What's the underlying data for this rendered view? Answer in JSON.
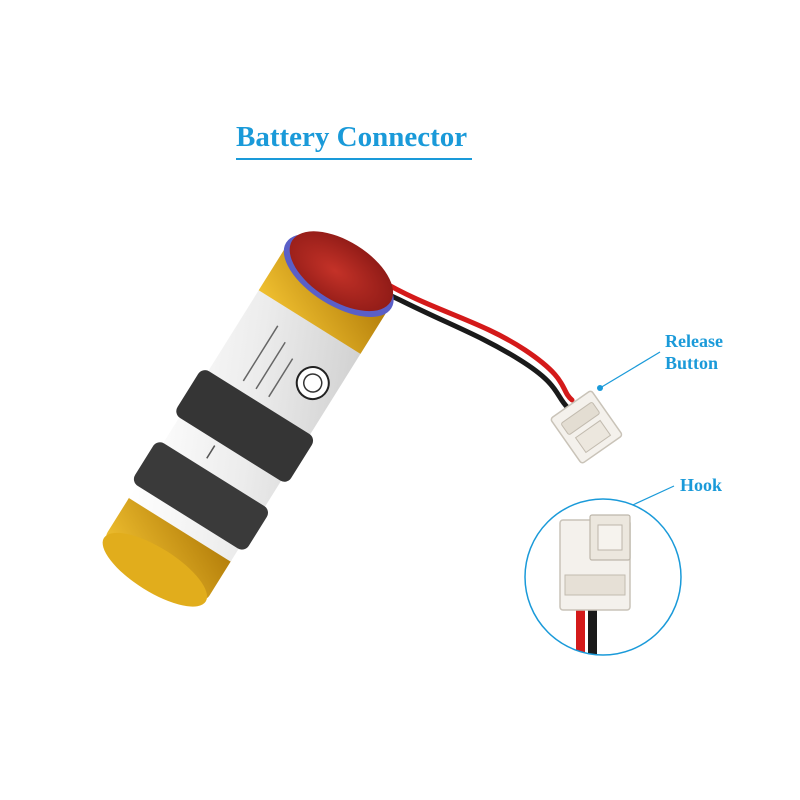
{
  "title": "Battery Connector",
  "callouts": {
    "release_line1": "Release",
    "release_line2": "Button",
    "hook": "Hook"
  },
  "colors": {
    "accent": "#1a9ad9",
    "wire_red": "#d41a1a",
    "wire_black": "#1a1a1a",
    "battery_cap": "#b8231f",
    "battery_wrap": "#f2f2f2",
    "velcro": "#3a3a3a",
    "yellow_tape": "#d9a514"
  }
}
